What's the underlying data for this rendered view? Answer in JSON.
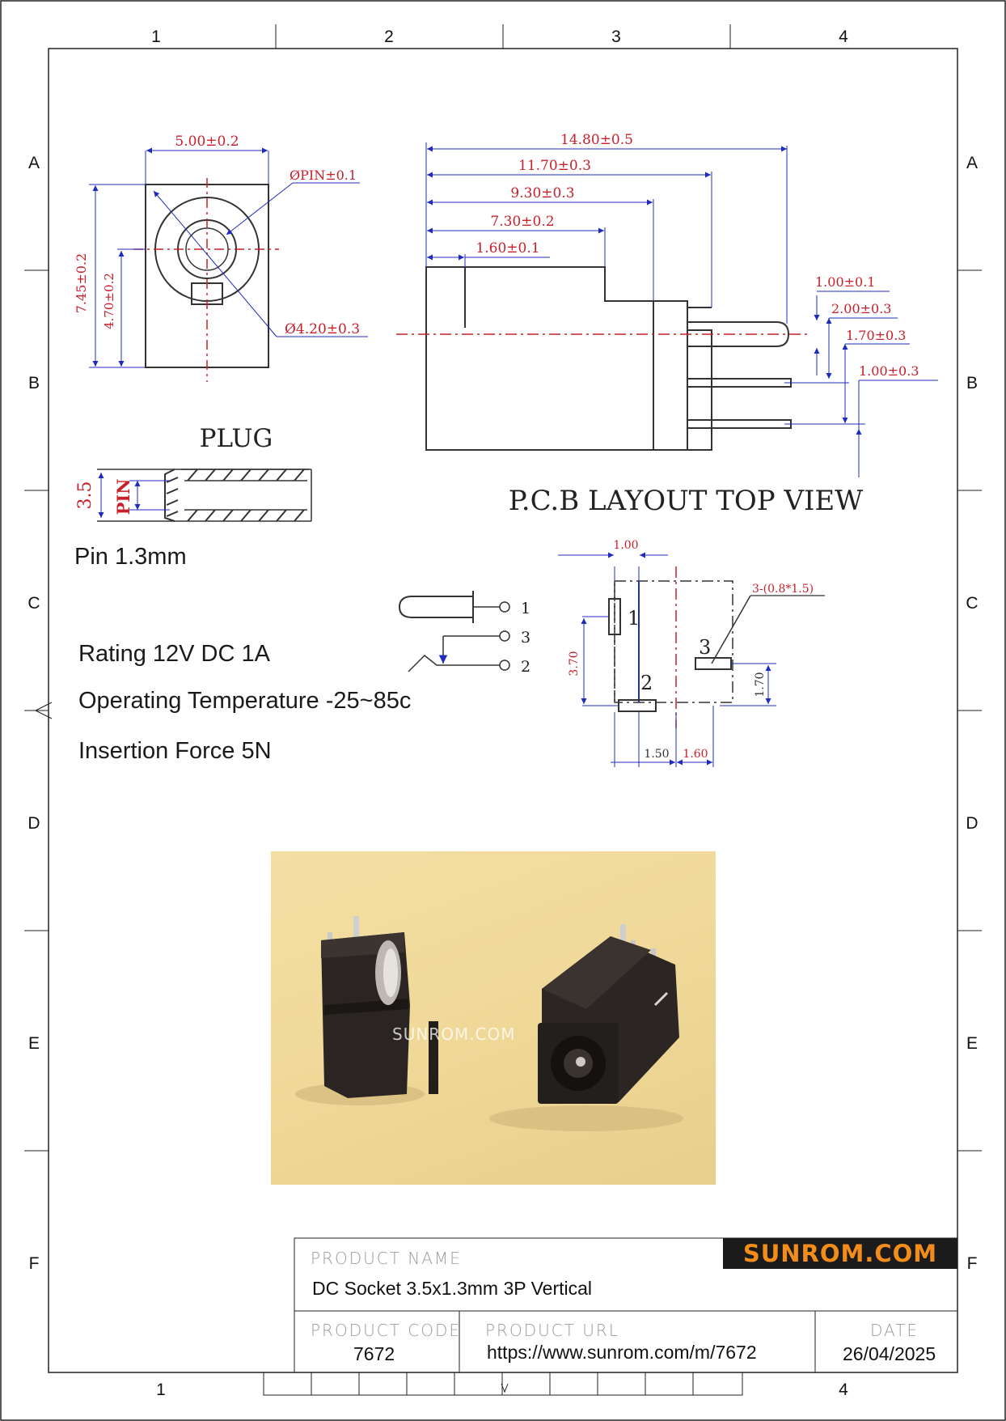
{
  "frame": {
    "cols_top": [
      "1",
      "2",
      "3",
      "4"
    ],
    "cols_bottom": [
      "1",
      "4"
    ],
    "rows": [
      "A",
      "B",
      "C",
      "D",
      "E",
      "F"
    ]
  },
  "drawing": {
    "front_view": {
      "width_dim": "5.00±0.2",
      "pin_dim": "ØPIN±0.1",
      "hole_dim": "Ø4.20±0.3",
      "height_dim": "7.45±0.2",
      "center_dim": "4.70±0.2"
    },
    "side_view": {
      "dims": [
        "14.80±0.5",
        "11.70±0.3",
        "9.30±0.3",
        "7.30±0.2",
        "1.60±0.1"
      ],
      "right_dims": [
        "1.00±0.1",
        "2.00±0.3",
        "1.70±0.3",
        "1.00±0.3"
      ]
    },
    "plug": {
      "title": "PLUG",
      "dia": "3.5",
      "pin": "PIN"
    },
    "pcb_title": "P.C.B LAYOUT TOP VIEW",
    "pcb": {
      "top_dim": "1.00",
      "hole_note": "3-(0.8*1.5)",
      "left_dim": "3.70",
      "right_dim": "1.70",
      "bottom_dims": [
        "1.50",
        "1.60"
      ],
      "pin_labels": [
        "1",
        "2",
        "3"
      ]
    },
    "schematic_pins": [
      "1",
      "3",
      "2"
    ]
  },
  "notes": {
    "pin": "Pin 1.3mm",
    "rating": "Rating 12V DC 1A",
    "temp": "Operating Temperature -25~85c",
    "force": "Insertion Force 5N"
  },
  "photo": {
    "watermark": "SUNROM.COM"
  },
  "title_block": {
    "logo": "SUNROM.COM",
    "product_name_label": "PRODUCT NAME",
    "product_name": "DC Socket 3.5x1.3mm 3P Vertical",
    "product_code_label": "PRODUCT CODE",
    "product_code": "7672",
    "product_url_label": "PRODUCT URL",
    "product_url": "https://www.sunrom.com/m/7672",
    "date_label": "DATE",
    "date": "26/04/2025"
  },
  "colors": {
    "dim_blue": "#1f2bbd",
    "dim_red": "#c8202a",
    "logo_orange": "#f28c1a"
  }
}
